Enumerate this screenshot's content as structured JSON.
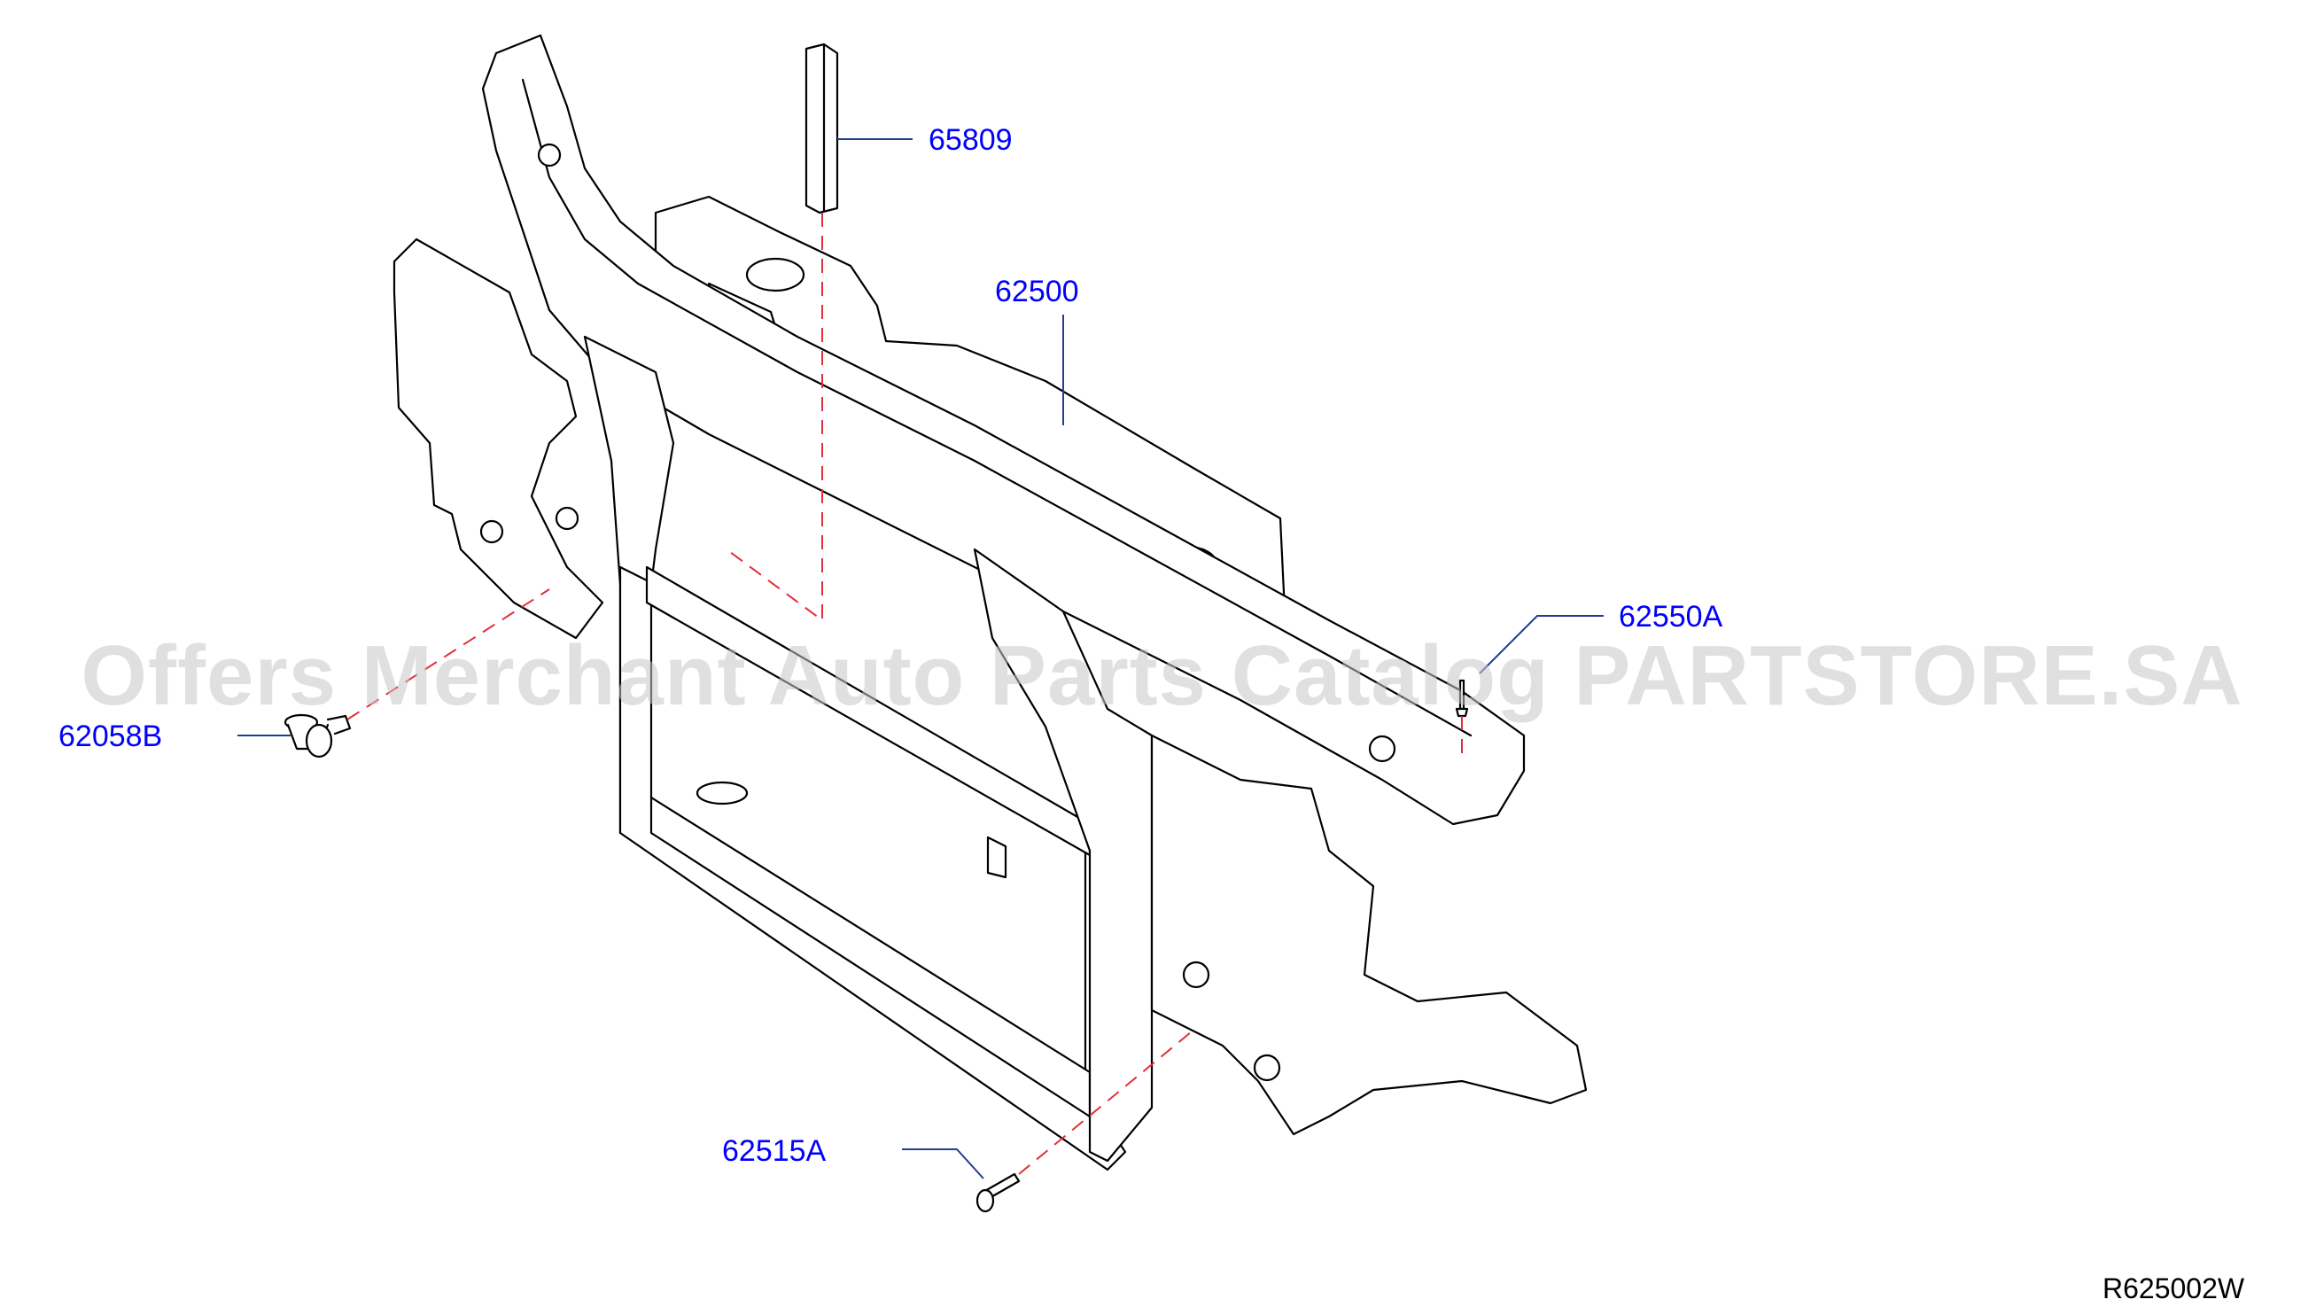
{
  "diagram": {
    "colors": {
      "line": "#000000",
      "label": "#0000ff",
      "leader": "#1f3f8f",
      "dashed": "#e0303a",
      "watermark": "#c8c8c8",
      "ref": "#000000"
    },
    "parts": [
      {
        "id": "65809",
        "label": "65809"
      },
      {
        "id": "62500",
        "label": "62500"
      },
      {
        "id": "62550A",
        "label": "62550A"
      },
      {
        "id": "62058B",
        "label": "62058B"
      },
      {
        "id": "62515A",
        "label": "62515A"
      }
    ],
    "reference_code": "R625002W"
  },
  "watermark": {
    "text": "Offers Merchant Auto Parts Catalog PARTSTORE.SA"
  }
}
